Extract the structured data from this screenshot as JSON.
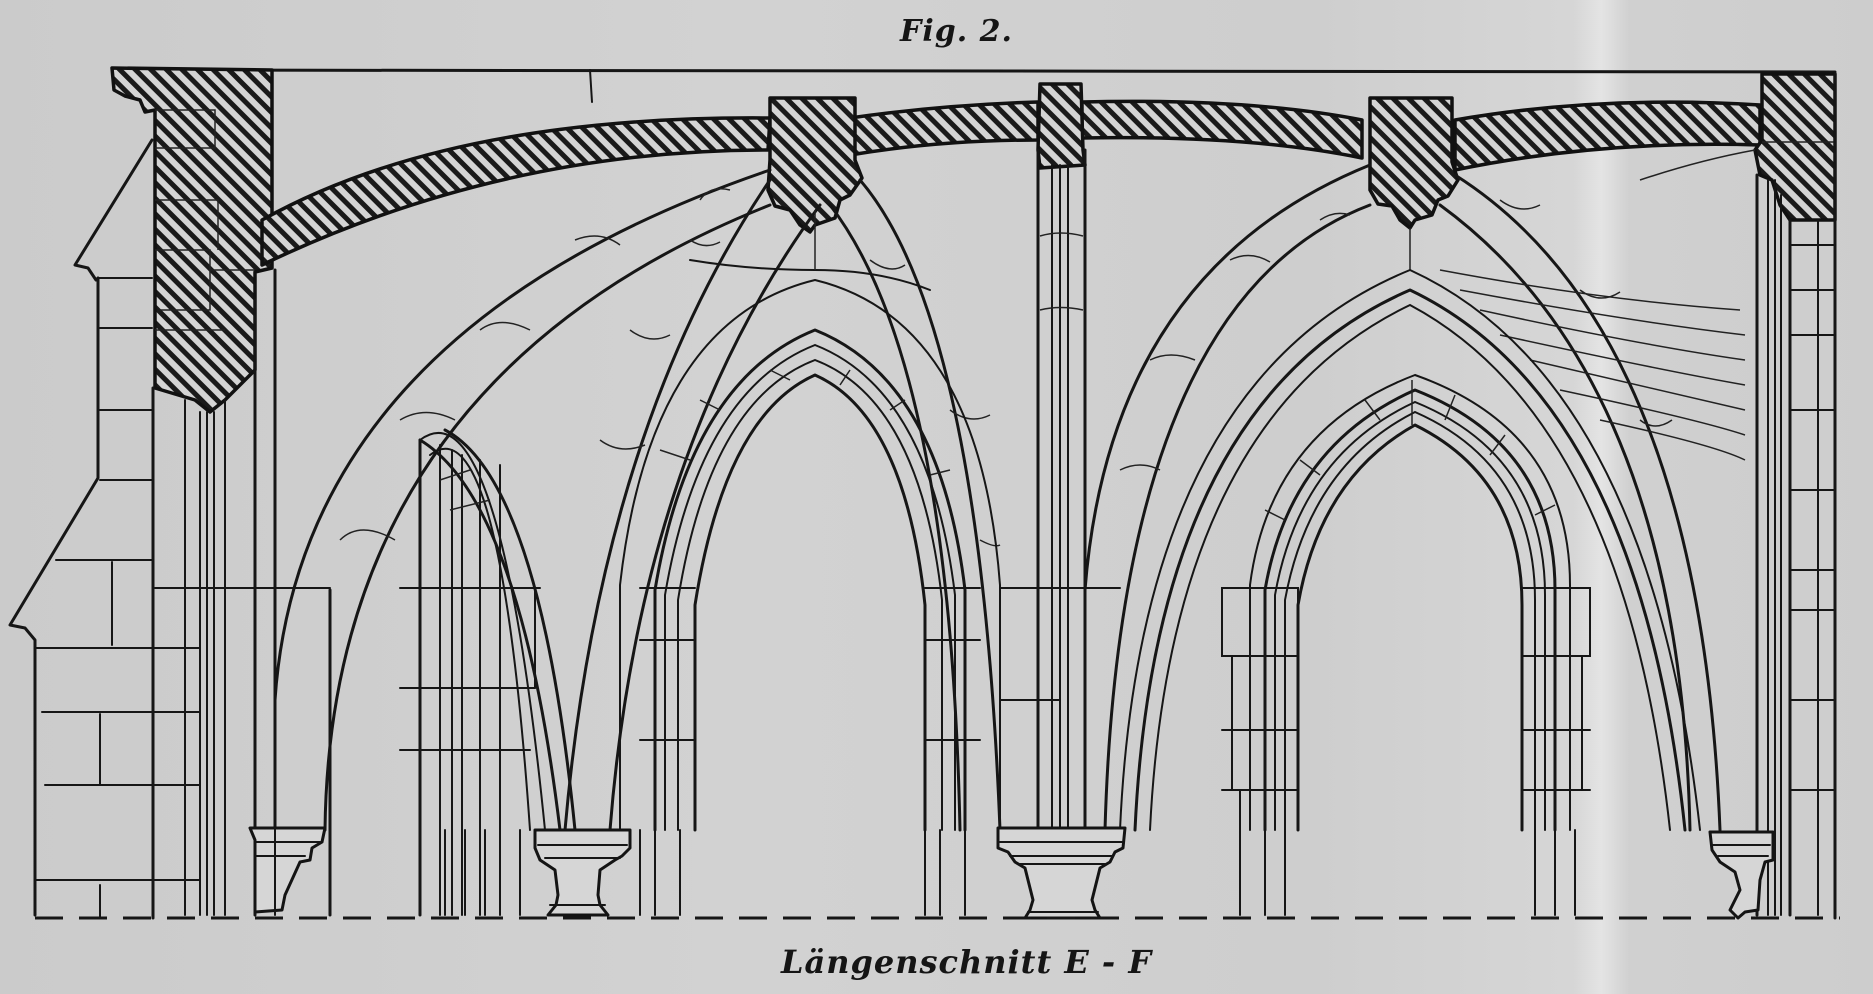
{
  "figure": {
    "label": "Fig. 2.",
    "caption": "Längenschnitt E - F",
    "type": "architectural longitudinal section",
    "subject": "Gothic vaulted cloister arcade with pointed arches, ribs, piers and bases",
    "colors": {
      "paper": "#cfcfcf",
      "ink": "#161616",
      "hatch": "#1a1a1a"
    },
    "elements": {
      "section_cuts": [
        "left-end-wall",
        "vault-web-left",
        "keystone-left",
        "center-pier-head",
        "vault-web-right",
        "keystone-right",
        "right-end-wall"
      ],
      "bays": 2,
      "pointed_arches": 4,
      "pier_bases": 5,
      "ground_line": "dashed"
    }
  }
}
